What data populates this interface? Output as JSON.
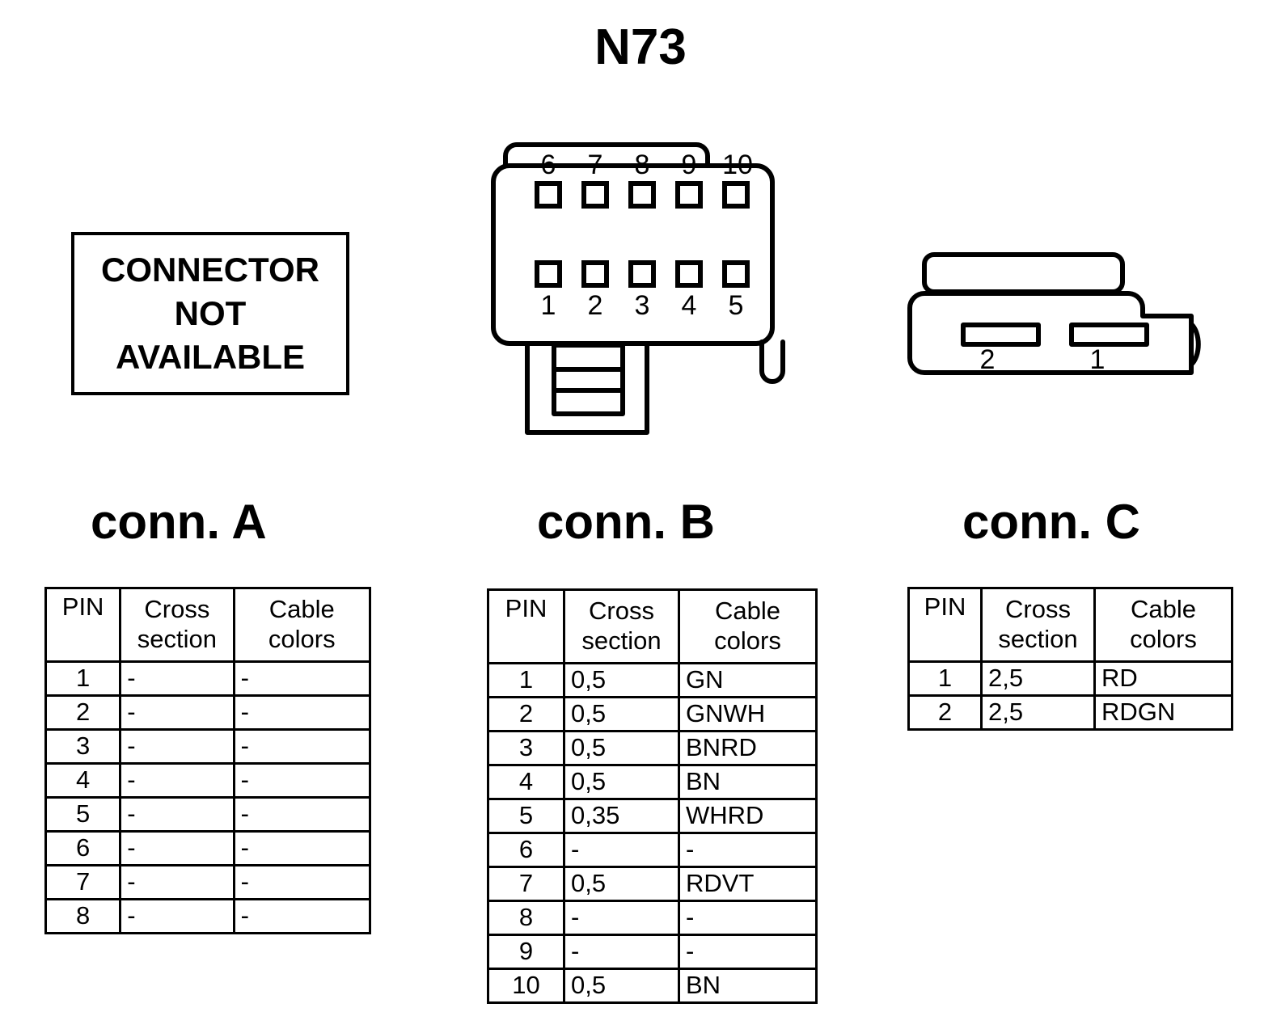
{
  "page": {
    "title": "N73"
  },
  "notice": {
    "lines": [
      "CONNECTOR",
      "NOT",
      "AVAILABLE"
    ]
  },
  "connector_b_drawing": {
    "top_row_labels": [
      "6",
      "7",
      "8",
      "9",
      "10"
    ],
    "bottom_row_labels": [
      "1",
      "2",
      "3",
      "4",
      "5"
    ]
  },
  "connector_c_drawing": {
    "slot_labels": [
      "2",
      "1"
    ]
  },
  "headings": {
    "conn_a": "conn. A",
    "conn_b": "conn. B",
    "conn_c": "conn. C"
  },
  "table_columns": {
    "pin": "PIN",
    "cross_section_line1": "Cross",
    "cross_section_line2": "section",
    "cable_colors_line1": "Cable",
    "cable_colors_line2": "colors"
  },
  "connector_a_table": {
    "rows": [
      {
        "pin": "1",
        "cross_section": "-",
        "cable_colors": "-"
      },
      {
        "pin": "2",
        "cross_section": "-",
        "cable_colors": "-"
      },
      {
        "pin": "3",
        "cross_section": "-",
        "cable_colors": "-"
      },
      {
        "pin": "4",
        "cross_section": "-",
        "cable_colors": "-"
      },
      {
        "pin": "5",
        "cross_section": "-",
        "cable_colors": "-"
      },
      {
        "pin": "6",
        "cross_section": "-",
        "cable_colors": "-"
      },
      {
        "pin": "7",
        "cross_section": "-",
        "cable_colors": "-"
      },
      {
        "pin": "8",
        "cross_section": "-",
        "cable_colors": "-"
      }
    ]
  },
  "connector_b_table": {
    "rows": [
      {
        "pin": "1",
        "cross_section": "0,5",
        "cable_colors": "GN"
      },
      {
        "pin": "2",
        "cross_section": "0,5",
        "cable_colors": "GNWH"
      },
      {
        "pin": "3",
        "cross_section": "0,5",
        "cable_colors": "BNRD"
      },
      {
        "pin": "4",
        "cross_section": "0,5",
        "cable_colors": "BN"
      },
      {
        "pin": "5",
        "cross_section": "0,35",
        "cable_colors": "WHRD"
      },
      {
        "pin": "6",
        "cross_section": "-",
        "cable_colors": "-"
      },
      {
        "pin": "7",
        "cross_section": "0,5",
        "cable_colors": "RDVT"
      },
      {
        "pin": "8",
        "cross_section": "-",
        "cable_colors": "-"
      },
      {
        "pin": "9",
        "cross_section": "-",
        "cable_colors": "-"
      },
      {
        "pin": "10",
        "cross_section": "0,5",
        "cable_colors": "BN"
      }
    ]
  },
  "connector_c_table": {
    "rows": [
      {
        "pin": "1",
        "cross_section": "2,5",
        "cable_colors": "RD"
      },
      {
        "pin": "2",
        "cross_section": "2,5",
        "cable_colors": "RDGN"
      }
    ]
  },
  "colors": {
    "ink": "#000000",
    "background": "#ffffff"
  }
}
